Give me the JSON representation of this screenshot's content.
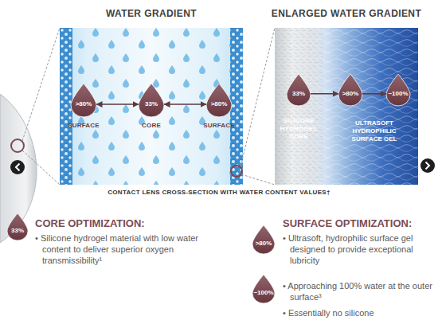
{
  "diagram": {
    "caption": "CONTACT LENS CROSS-SECTION WITH WATER CONTENT VALUES†",
    "nodes": [
      {
        "text": [
          "WATER GRADIENT"
        ]
      },
      {
        "text": [
          ">80%",
          "SURFACE"
        ],
        "in": 0
      },
      {
        "text": [
          "33%",
          "CORE"
        ],
        "in": 0
      },
      {
        "text": [
          ">80%",
          "SURFACE"
        ],
        "in": 0
      },
      {
        "text": [
          "ENLARGED WATER GRADIENT"
        ]
      },
      {
        "text": [
          "33%",
          "SILICONE HYDROGEL CORE"
        ],
        "in": 4
      },
      {
        "text": [
          ">80%"
        ],
        "in": 4
      },
      {
        "text": [
          "~100%"
        ],
        "in": 4
      },
      {
        "text": [
          "33%"
        ]
      },
      {
        "text": [
          ">80%"
        ]
      },
      {
        "text": [
          "~100%"
        ]
      }
    ],
    "edges": [
      {
        "from": 1,
        "to": 2,
        "arrow": "both"
      },
      {
        "from": 2,
        "to": 3,
        "arrow": "both"
      },
      {
        "from": 5,
        "to": 6,
        "arrow": "to"
      },
      {
        "from": 6,
        "to": 7,
        "arrow": "to"
      }
    ],
    "labels": [
      "ULTRASOFT HYDROPHILIC SURFACE GEL",
      "CORE OPTIMIZATION:",
      "• Silicone hydrogel material with low water content to deliver superior oxygen transmissibility¹",
      "SURFACE OPTIMIZATION:",
      "• Ultrasoft, hydrophilic surface gel designed to provide exceptional lubricity",
      "• Approaching 100% water at the outer surface³",
      "• Essentially no silicone"
    ]
  }
}
